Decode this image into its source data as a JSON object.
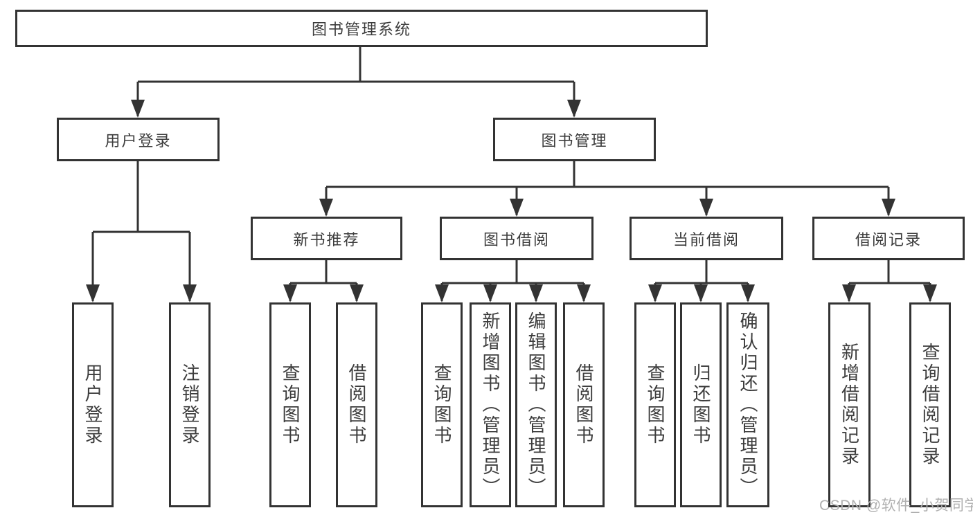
{
  "colors": {
    "line": "#333333",
    "box_fill": "#ffffff",
    "text": "#3c3c3c",
    "watermark": "#b0b0b0",
    "background": "#ffffff"
  },
  "watermark": {
    "text": "CSDN @软件_小贺同学"
  },
  "tree": {
    "root": "图书管理系统",
    "branches": [
      {
        "label": "用户登录",
        "children": [
          "用户登录",
          "注销登录"
        ]
      },
      {
        "label": "图书管理",
        "children": [
          {
            "label": "新书推荐",
            "children": [
              "查询图书",
              "借阅图书"
            ]
          },
          {
            "label": "图书借阅",
            "children": [
              "查询图书",
              "新增图书（管理员）",
              "编辑图书（管理员）",
              "借阅图书"
            ]
          },
          {
            "label": "当前借阅",
            "children": [
              "查询图书",
              "归还图书",
              "确认归还（管理员）"
            ]
          },
          {
            "label": "借阅记录",
            "children": [
              "新增借阅记录",
              "查询借阅记录"
            ]
          }
        ]
      }
    ]
  }
}
